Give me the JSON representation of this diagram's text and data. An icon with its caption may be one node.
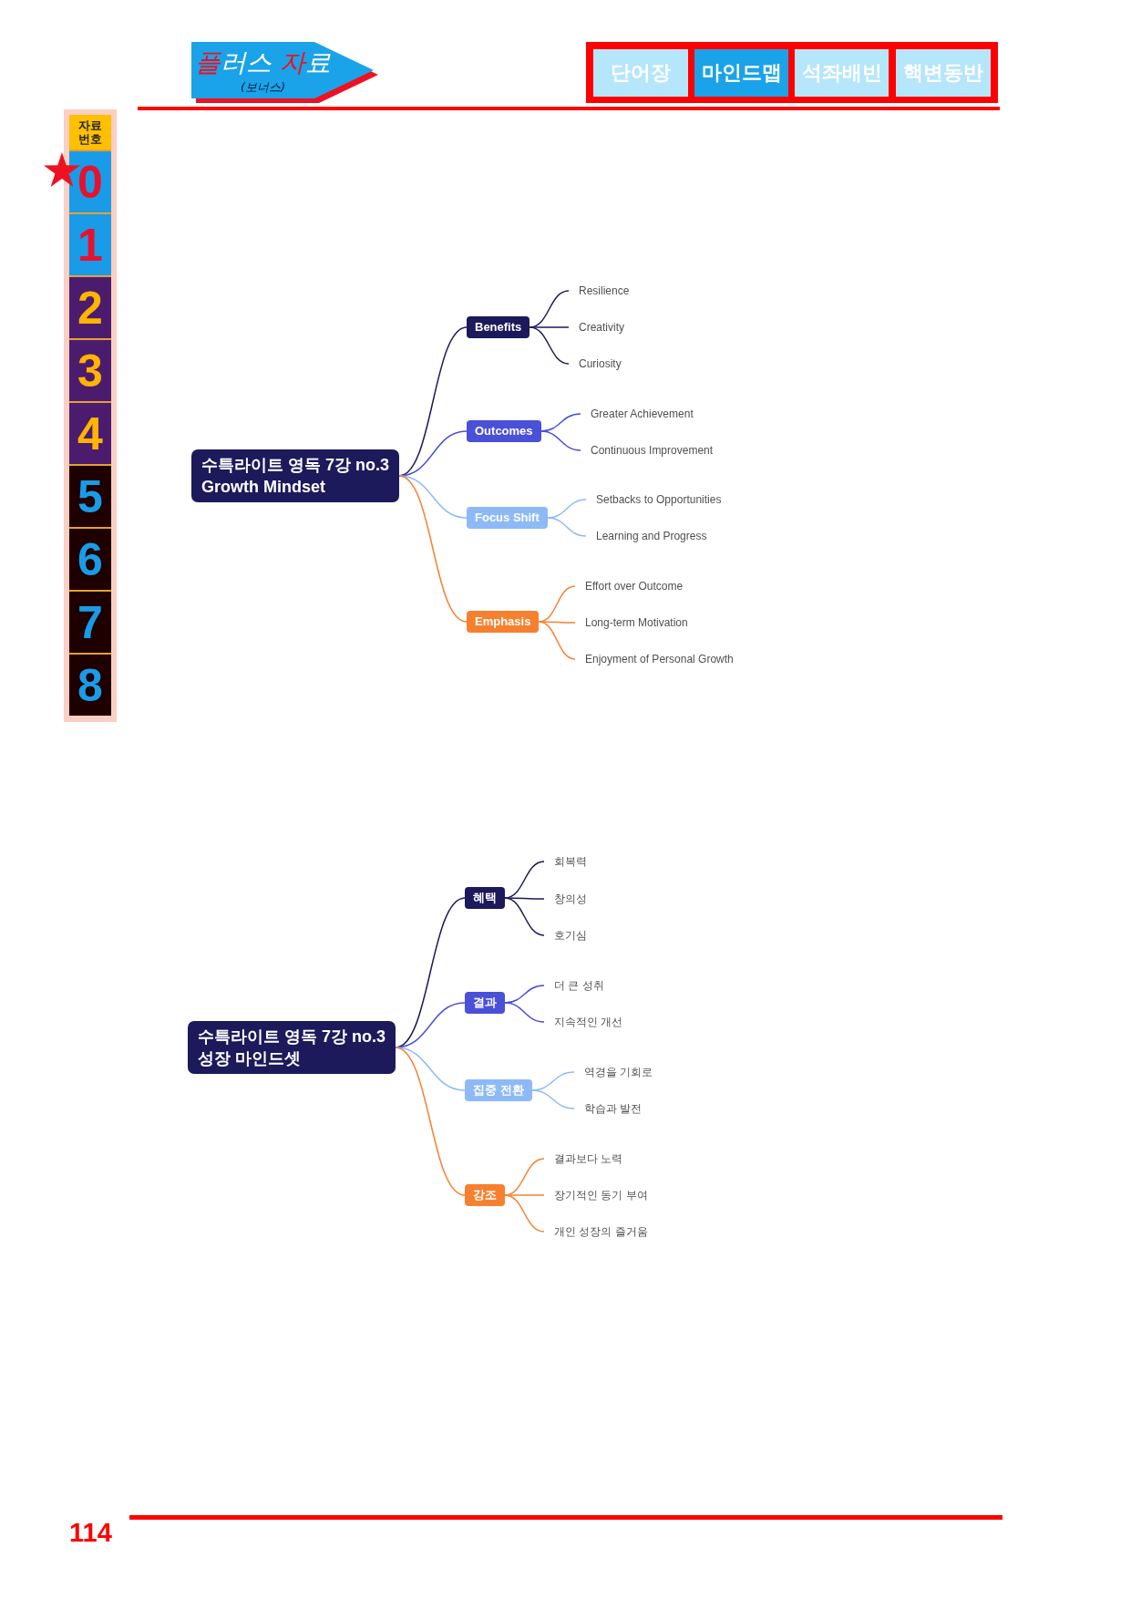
{
  "diagram": {
    "nodes": [
      {
        "text": [
          "플러스 자료",
          "(보너스)"
        ]
      },
      {
        "text": [
          "단어장"
        ]
      },
      {
        "text": [
          "마인드맵"
        ]
      },
      {
        "text": [
          "석좌배빈"
        ]
      },
      {
        "text": [
          "핵변동반"
        ]
      },
      {
        "text": [
          "자료 번호"
        ]
      },
      {
        "text": [
          "0"
        ]
      },
      {
        "text": [
          "1"
        ]
      },
      {
        "text": [
          "2"
        ]
      },
      {
        "text": [
          "3"
        ]
      },
      {
        "text": [
          "4"
        ]
      },
      {
        "text": [
          "5"
        ]
      },
      {
        "text": [
          "6"
        ]
      },
      {
        "text": [
          "7"
        ]
      },
      {
        "text": [
          "8"
        ]
      },
      {
        "text": [
          "수특라이트 영독 7강 no.3",
          "Growth Mindset"
        ]
      },
      {
        "text": [
          "Benefits"
        ]
      },
      {
        "text": [
          "Resilience"
        ]
      },
      {
        "text": [
          "Creativity"
        ]
      },
      {
        "text": [
          "Curiosity"
        ]
      },
      {
        "text": [
          "Outcomes"
        ]
      },
      {
        "text": [
          "Greater Achievement"
        ]
      },
      {
        "text": [
          "Continuous Improvement"
        ]
      },
      {
        "text": [
          "Focus Shift"
        ]
      },
      {
        "text": [
          "Setbacks to Opportunities"
        ]
      },
      {
        "text": [
          "Learning and Progress"
        ]
      },
      {
        "text": [
          "Emphasis"
        ]
      },
      {
        "text": [
          "Effort over Outcome"
        ]
      },
      {
        "text": [
          "Long-term Motivation"
        ]
      },
      {
        "text": [
          "Enjoyment of Personal Growth"
        ]
      },
      {
        "text": [
          "수특라이트 영독 7강 no.3",
          "성장 마인드셋"
        ]
      },
      {
        "text": [
          "혜택"
        ]
      },
      {
        "text": [
          "회복력"
        ]
      },
      {
        "text": [
          "창의성"
        ]
      },
      {
        "text": [
          "호기심"
        ]
      },
      {
        "text": [
          "결과"
        ]
      },
      {
        "text": [
          "더 큰 성취"
        ]
      },
      {
        "text": [
          "지속적인 개선"
        ]
      },
      {
        "text": [
          "집중 전환"
        ]
      },
      {
        "text": [
          "역경을 기회로"
        ]
      },
      {
        "text": [
          "학습과 발전"
        ]
      },
      {
        "text": [
          "강조"
        ]
      },
      {
        "text": [
          "결과보다 노력"
        ]
      },
      {
        "text": [
          "장기적인 동기 부여"
        ]
      },
      {
        "text": [
          "개인 성장의 즐거움"
        ]
      }
    ],
    "edges": [
      {
        "from": 15,
        "to": 16,
        "arrow": "none"
      },
      {
        "from": 16,
        "to": 17,
        "arrow": "none"
      },
      {
        "from": 16,
        "to": 18,
        "arrow": "none"
      },
      {
        "from": 16,
        "to": 19,
        "arrow": "none"
      },
      {
        "from": 15,
        "to": 20,
        "arrow": "none",
        "color": "#4a50d8"
      },
      {
        "from": 20,
        "to": 21,
        "arrow": "none",
        "color": "#4a50d8"
      },
      {
        "from": 20,
        "to": 22,
        "arrow": "none",
        "color": "#4a50d8"
      },
      {
        "from": 15,
        "to": 23,
        "arrow": "none",
        "color": "#8dbaf7"
      },
      {
        "from": 23,
        "to": 24,
        "arrow": "none",
        "color": "#8dbaf7"
      },
      {
        "from": 23,
        "to": 25,
        "arrow": "none",
        "color": "#8dbaf7"
      },
      {
        "from": 15,
        "to": 26,
        "arrow": "none",
        "color": "#f7802f"
      },
      {
        "from": 26,
        "to": 27,
        "arrow": "none",
        "color": "#f7802f"
      },
      {
        "from": 26,
        "to": 28,
        "arrow": "none",
        "color": "#f7802f"
      },
      {
        "from": 26,
        "to": 29,
        "arrow": "none",
        "color": "#f7802f"
      },
      {
        "from": 30,
        "to": 31,
        "arrow": "none"
      },
      {
        "from": 31,
        "to": 32,
        "arrow": "none"
      },
      {
        "from": 31,
        "to": 33,
        "arrow": "none"
      },
      {
        "from": 31,
        "to": 34,
        "arrow": "none"
      },
      {
        "from": 30,
        "to": 35,
        "arrow": "none",
        "color": "#4a50d8"
      },
      {
        "from": 35,
        "to": 36,
        "arrow": "none",
        "color": "#4a50d8"
      },
      {
        "from": 35,
        "to": 37,
        "arrow": "none",
        "color": "#4a50d8"
      },
      {
        "from": 30,
        "to": 38,
        "arrow": "none",
        "color": "#8dbaf7"
      },
      {
        "from": 38,
        "to": 39,
        "arrow": "none",
        "color": "#8dbaf7"
      },
      {
        "from": 38,
        "to": 40,
        "arrow": "none",
        "color": "#8dbaf7"
      },
      {
        "from": 30,
        "to": 41,
        "arrow": "none",
        "color": "#f7802f"
      },
      {
        "from": 41,
        "to": 42,
        "arrow": "none",
        "color": "#f7802f"
      },
      {
        "from": 41,
        "to": 43,
        "arrow": "none",
        "color": "#f7802f"
      },
      {
        "from": 41,
        "to": 44,
        "arrow": "none",
        "color": "#f7802f"
      }
    ],
    "labels": [
      "114"
    ]
  }
}
